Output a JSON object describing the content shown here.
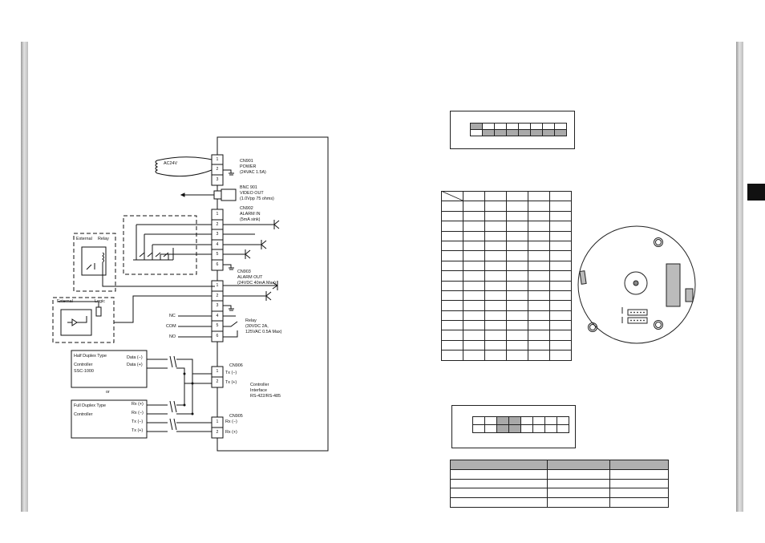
{
  "colors": {
    "side_bar": "#bdbdbd",
    "tab": "#111111",
    "shade": "#a9a9a9"
  },
  "diagram": {
    "terminals_cn901": [
      "1",
      "2",
      "3"
    ],
    "terminals_cn902": [
      "1",
      "2",
      "3",
      "4",
      "5",
      "6"
    ],
    "terminals_cn903": [
      "1",
      "2",
      "3",
      "4",
      "5",
      "6"
    ],
    "terminals_cn906": [
      "1",
      "2"
    ],
    "terminals_cn905": [
      "1",
      "2"
    ],
    "ac24v": "AC24V",
    "cn901": {
      "name": "CN901",
      "title": "POWER",
      "spec": "(24VAC 1.5A)"
    },
    "bnc": {
      "name": "BNC 901",
      "title": "VIDEO OUT",
      "spec": "(1.0Vpp 75 ohms)"
    },
    "cn902": {
      "name": "CN902",
      "title": "ALARM  IN",
      "spec": "(5mA sink)"
    },
    "cn903": {
      "name": "CN903",
      "title": "ALARM OUT",
      "spec": "(24VDC 40mA Max)"
    },
    "relay": {
      "title": "Relay",
      "spec1": "(30VDC 2A,",
      "spec2": "125VAC 0.5A Max)"
    },
    "relay_pins": {
      "nc": "NC",
      "com": "COM",
      "no": "NO"
    },
    "ext_relay": {
      "a": "External",
      "b": "Relay"
    },
    "ext_logic": {
      "a": "External",
      "b": "Logic"
    },
    "half": {
      "title": "Half Duplex Type",
      "sub1": "Controller",
      "sub2": "SSC-1000",
      "data_m": "Data (−)",
      "data_p": "Data (+)"
    },
    "or": "or",
    "full": {
      "title": "Full Duplex Type",
      "sub1": "Controller",
      "rxp": "Rx (+)",
      "rxm": "Rx (−)",
      "txm": "Tx (−)",
      "txp": "Tx (+)"
    },
    "cn906": {
      "name": "CN906",
      "tx_m": "Tx (−)",
      "tx_p": "Tx (+)"
    },
    "ctrl_if": {
      "a": "Controller",
      "b": "Interface",
      "c": "RS-422/RS-485"
    },
    "cn905": {
      "name": "CN905",
      "rx_m": "Rx (−)",
      "rx_p": "Rx (+)"
    }
  }
}
